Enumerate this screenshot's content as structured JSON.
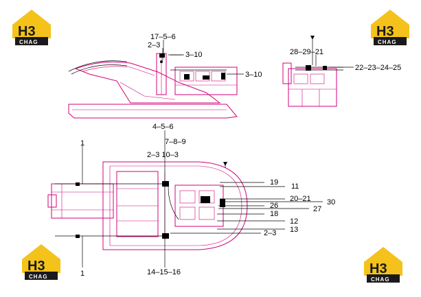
{
  "logo": {
    "letters": "H3",
    "text": "CHAG"
  },
  "labels": {
    "l17_5_6": "17–5–6",
    "l2_3_top": "2–3",
    "l3_10_a": "3–10",
    "l3_10_b": "3–10",
    "l28_29_21": "28–29–21",
    "l22_25": "22–23–24–25",
    "l4_5_6": "4–5–6",
    "l7_8_9": "7–8–9",
    "l2_3_10_3": "2–3 10–3",
    "l1_top": "1",
    "l19": "19",
    "l11": "11",
    "l20_21": "20–21",
    "l30": "30",
    "l26": "26",
    "l27": "27",
    "l18": "18",
    "l12": "12",
    "l13": "13",
    "l2_3_bottom": "2–3",
    "l14_15_16": "14–15–16",
    "l1_bottom": "1"
  },
  "colors": {
    "line": "#d0007a",
    "logo_yellow": "#f4c21a",
    "logo_dark": "#1a1a1a"
  }
}
